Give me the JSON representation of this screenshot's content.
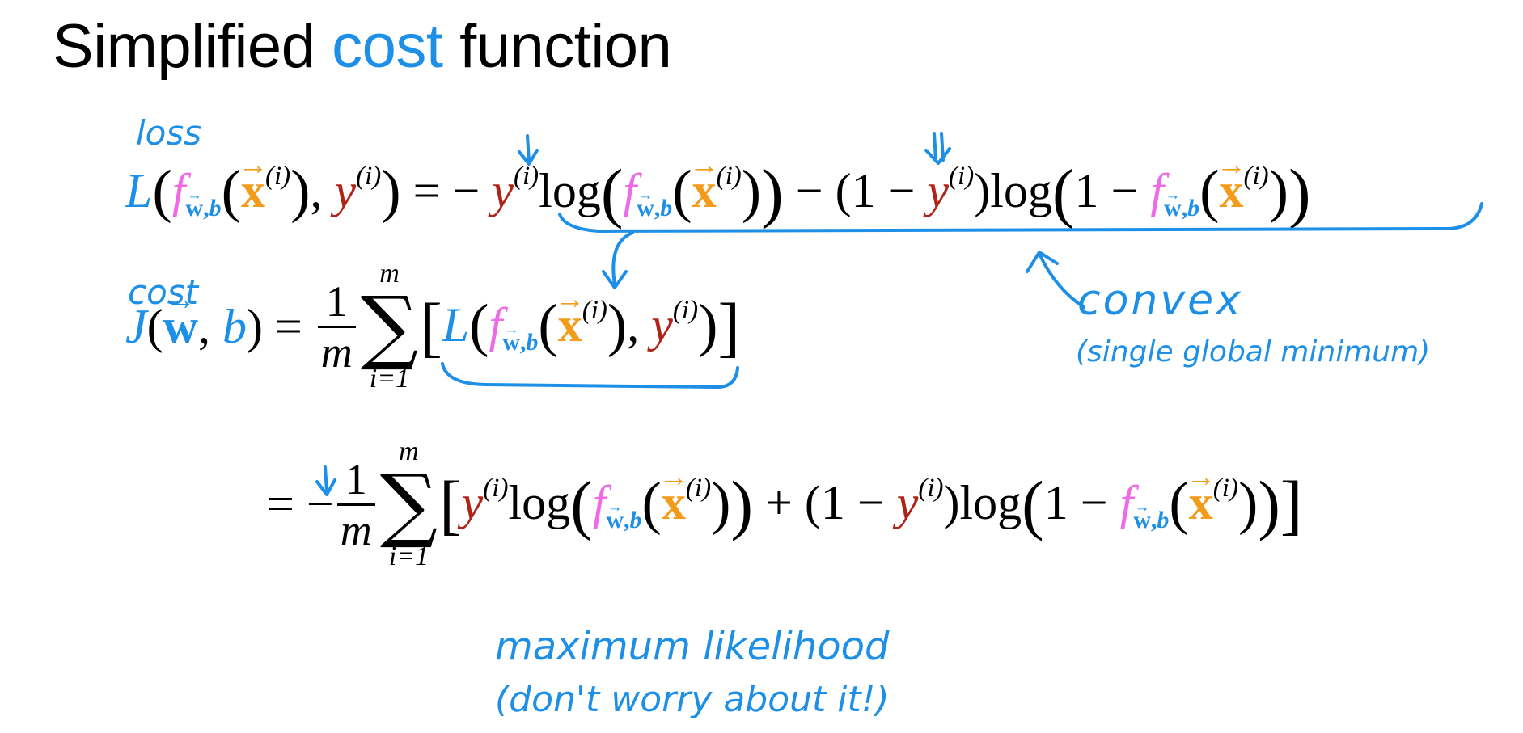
{
  "title": {
    "plain_before": "Simplified ",
    "accent": "cost",
    "plain_after": " function",
    "accent_color": "#1e8fe6"
  },
  "colors": {
    "blue_ink": "#1e8fe6",
    "f_pink": "#ef6ae6",
    "x_orange": "#f39b1a",
    "y_red": "#b02418"
  },
  "equations": {
    "symbols": {
      "L": "L",
      "f": "f",
      "w": "w",
      "b": "b",
      "x": "x",
      "y": "y",
      "J": "J",
      "i": "(i)",
      "comma": ",",
      "m": "m",
      "one": "1",
      "i_eq_1": "i=1",
      "log": "log",
      "eq": "=",
      "minus": "−",
      "plus": "+",
      "sigma": "∑",
      "lparen": "(",
      "rparen": ")",
      "lbrack": "[",
      "rbrack": "]"
    }
  },
  "annotations": {
    "loss": "loss",
    "cost": "cost",
    "convex": "convex",
    "single_global_minimum": "(single global minimum)",
    "maximum_likelihood": "maximum likelihood",
    "dont_worry": "(don't worry about it!)"
  }
}
